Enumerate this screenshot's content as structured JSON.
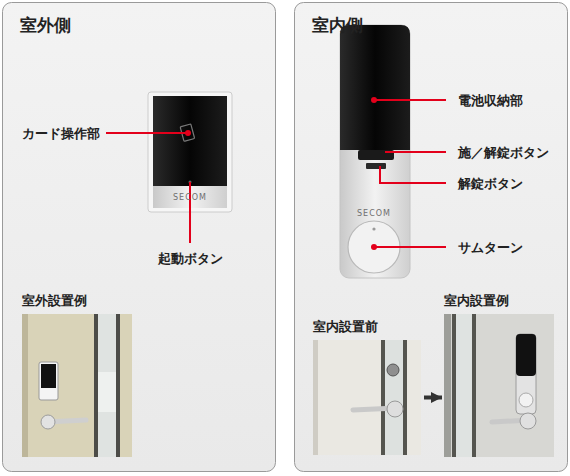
{
  "diagram": {
    "nodes": [
      {
        "text": [
          "室外側"
        ]
      },
      {
        "text": [
          "室外設置例"
        ],
        "in": 0
      },
      {
        "text": [
          "室内側"
        ]
      },
      {
        "text": [
          "室内設置前"
        ],
        "in": 2
      },
      {
        "text": [
          "室内設置例"
        ],
        "in": 2
      }
    ],
    "edges": [
      {
        "from": 3,
        "to": 4,
        "arrow": "to"
      }
    ],
    "labels": [
      "カード操作部",
      "起動ボタン",
      "電池収納部",
      "施／解錠ボタン",
      "解錠ボタン",
      "サムターン",
      "SECOM",
      "SECOM"
    ]
  }
}
